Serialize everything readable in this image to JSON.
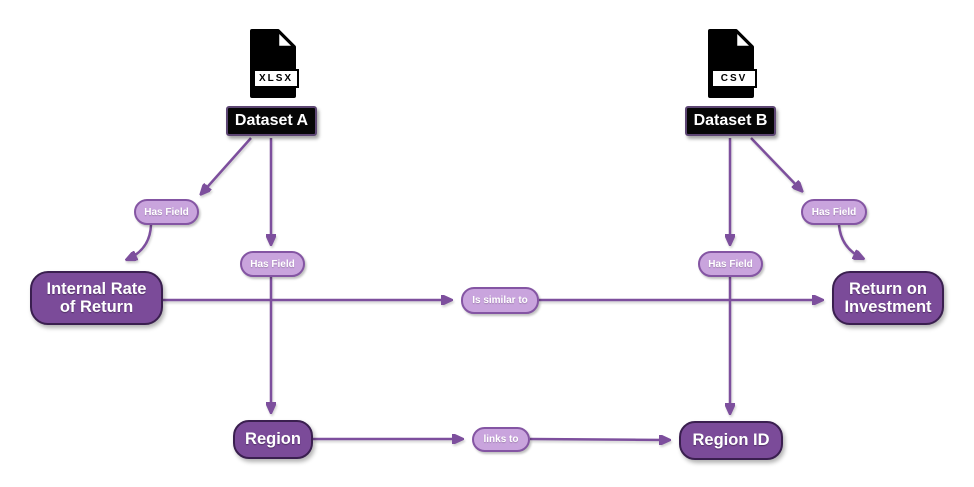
{
  "colors": {
    "node_fill": "#7b4b99",
    "node_border": "#3a1f4f",
    "edge": "#7d4f9d",
    "pill_fill": "#c9a4dd",
    "pill_border": "#8455a3",
    "dataset_bg": "#060606",
    "dataset_border": "#5d4673",
    "text": "#ffffff"
  },
  "datasets": {
    "a": {
      "label": "Dataset A",
      "file_type": "XLSX",
      "icon": "file-icon"
    },
    "b": {
      "label": "Dataset B",
      "file_type": "CSV",
      "icon": "file-icon"
    }
  },
  "entities": {
    "internal_rate_of_return": {
      "line1": "Internal Rate",
      "line2": "of Return"
    },
    "return_on_investment": {
      "line1": "Return on",
      "line2": "Investment"
    },
    "region": {
      "label": "Region"
    },
    "region_id": {
      "label": "Region ID"
    }
  },
  "edges": [
    {
      "from": "dataset_a",
      "to": "internal_rate_of_return",
      "label": "Has Field"
    },
    {
      "from": "dataset_a",
      "to": "region",
      "label": "Has Field"
    },
    {
      "from": "dataset_b",
      "to": "region_id",
      "label": "Has Field"
    },
    {
      "from": "dataset_b",
      "to": "return_on_investment",
      "label": "Has Field"
    },
    {
      "from": "internal_rate_of_return",
      "to": "return_on_investment",
      "label": "Is similar to"
    },
    {
      "from": "region",
      "to": "region_id",
      "label": "links to"
    }
  ]
}
